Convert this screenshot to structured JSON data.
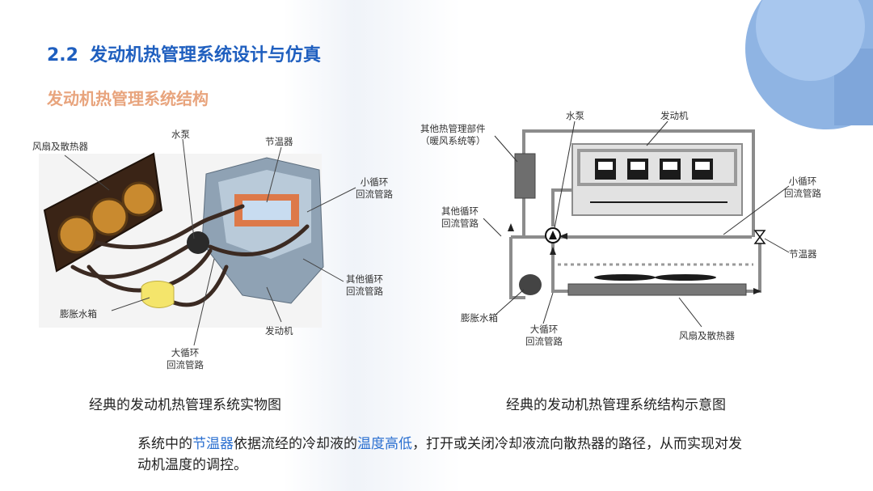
{
  "title": {
    "number": "2.2",
    "text": "发动机热管理系统设计与仿真"
  },
  "subtitle": "发动机热管理系统结构",
  "left_figure": {
    "labels": {
      "fan_radiator": "风扇及散热器",
      "water_pump": "水泵",
      "thermostat": "节温器",
      "small_loop_line1": "小循环",
      "small_loop_line2": "回流管路",
      "other_loop_line1": "其他循环",
      "other_loop_line2": "回流管路",
      "expansion_tank": "膨胀水箱",
      "engine": "发动机",
      "big_loop_line1": "大循环",
      "big_loop_line2": "回流管路"
    },
    "caption": "经典的发动机热管理系统实物图"
  },
  "right_figure": {
    "labels": {
      "other_parts_line1": "其他热管理部件",
      "other_parts_line2": "（暖风系统等）",
      "water_pump": "水泵",
      "engine": "发动机",
      "small_loop_line1": "小循环",
      "small_loop_line2": "回流管路",
      "other_loop_line1": "其他循环",
      "other_loop_line2": "回流管路",
      "thermostat": "节温器",
      "expansion_tank": "膨胀水箱",
      "big_loop_line1": "大循环",
      "big_loop_line2": "回流管路",
      "fan_radiator": "风扇及散热器"
    },
    "caption": "经典的发动机热管理系统结构示意图"
  },
  "description": {
    "p1": "系统中的",
    "h1": "节温器",
    "p2": "依据流经的冷却液的",
    "h2": "温度高低",
    "p3": "，打开或关闭冷却液流向散热器的路径，从而实现对发动机温度的调控。"
  },
  "colors": {
    "title": "#1f5fbf",
    "subtitle": "#e8a47d",
    "highlight": "#2a6fd0",
    "accent": "#8fb4e3"
  }
}
